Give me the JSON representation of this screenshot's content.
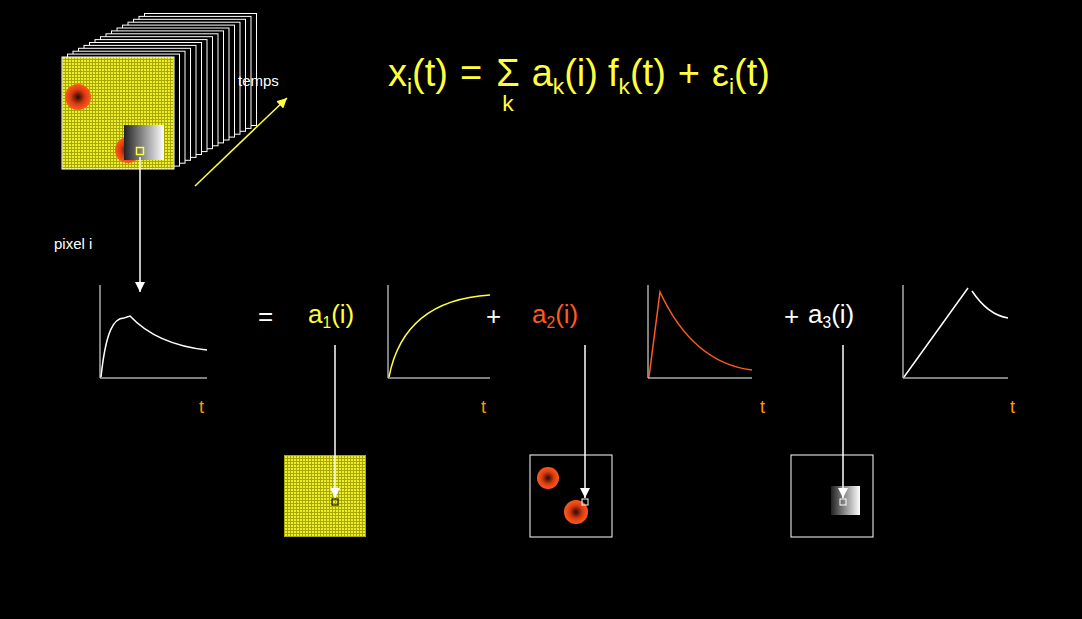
{
  "diagram": {
    "labels": [
      "x",
      "i",
      "(t)",
      "=",
      "Σ",
      "k",
      "a",
      "k",
      "(i)",
      "f",
      "k",
      "(t)",
      "+",
      "ε",
      "i",
      "(t)",
      "temps",
      "pixel i",
      "=",
      "a",
      "1",
      "(i)",
      "+",
      "a",
      "2",
      "(i)",
      "+",
      "a",
      "3",
      "(i)",
      "t",
      "t",
      "t",
      "t"
    ]
  }
}
